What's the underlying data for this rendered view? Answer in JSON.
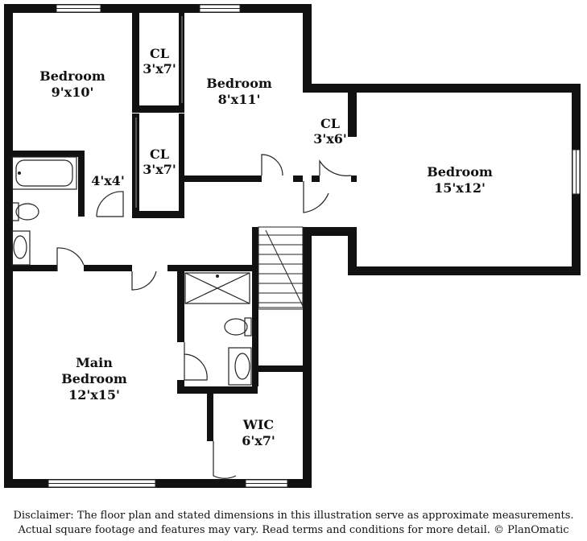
{
  "rooms": {
    "bedroom_nw": {
      "name": "Bedroom",
      "dims": "9'x10'"
    },
    "closet_1": {
      "name": "CL",
      "dims": "3'x7'"
    },
    "bedroom_n": {
      "name": "Bedroom",
      "dims": "8'x11'"
    },
    "closet_3": {
      "name": "CL",
      "dims": "3'x6'"
    },
    "bedroom_e": {
      "name": "Bedroom",
      "dims": "15'x12'"
    },
    "closet_2": {
      "name": "CL",
      "dims": "3'x7'"
    },
    "linen": {
      "dims": "4'x4'"
    },
    "main_bedroom": {
      "name_line1": "Main",
      "name_line2": "Bedroom",
      "dims": "12'x15'"
    },
    "wic": {
      "name": "WIC",
      "dims": "6'x7'"
    }
  },
  "disclaimer": {
    "line1": "Disclaimer: The floor plan and stated dimensions in this illustration serve as approximate measurements.",
    "line2": "Actual square footage and features may vary. Read terms and conditions for more detail. © PlanOmatic"
  }
}
